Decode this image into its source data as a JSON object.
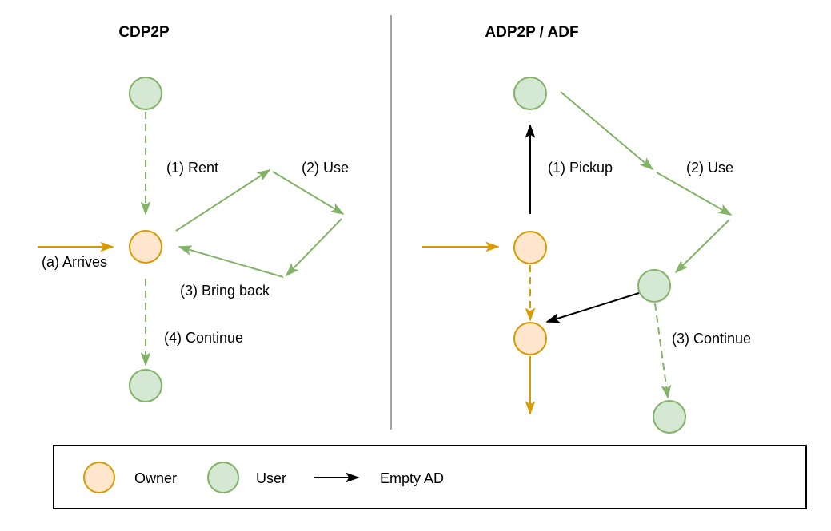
{
  "diagram": {
    "left_panel": {
      "title": "CDP2P",
      "labels": {
        "arrives": "(a) Arrives",
        "rent": "(1) Rent",
        "use": "(2) Use",
        "bring_back": "(3) Bring back",
        "continue": "(4) Continue"
      }
    },
    "right_panel": {
      "title": "ADP2P / ADF",
      "labels": {
        "pickup": "(1) Pickup",
        "use": "(2) Use",
        "continue": "(3) Continue"
      }
    },
    "legend": {
      "owner": "Owner",
      "user": "User",
      "empty_ad": "Empty AD"
    },
    "palette": {
      "owner_fill": "#ffe6cc",
      "owner_stroke": "#d79b00",
      "user_fill": "#d5e8d4",
      "user_stroke": "#82b366",
      "empty_ad_color": "#000000",
      "divider_color": "#a6a6a6"
    }
  }
}
